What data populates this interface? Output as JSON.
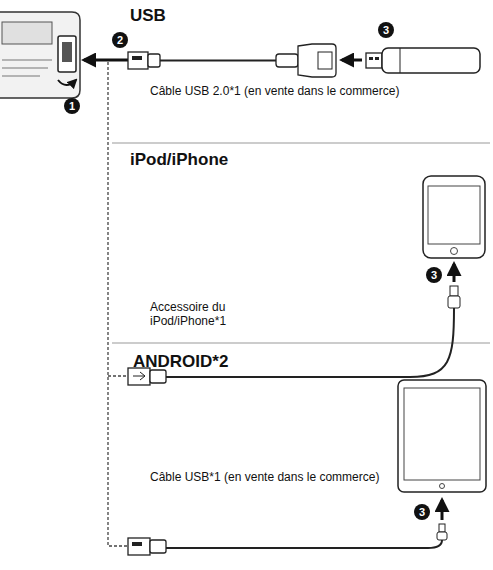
{
  "diagram": {
    "labels": [
      "1",
      "2",
      "3",
      "USB",
      "Câble USB 2.0*1 (en vente dans le commerce)",
      "iPod/iPhone",
      "Accessoire du iPod/iPhone*1",
      "3",
      "ANDROID*2",
      "Câble USB*1 (en vente dans le commerce)",
      "3"
    ]
  }
}
